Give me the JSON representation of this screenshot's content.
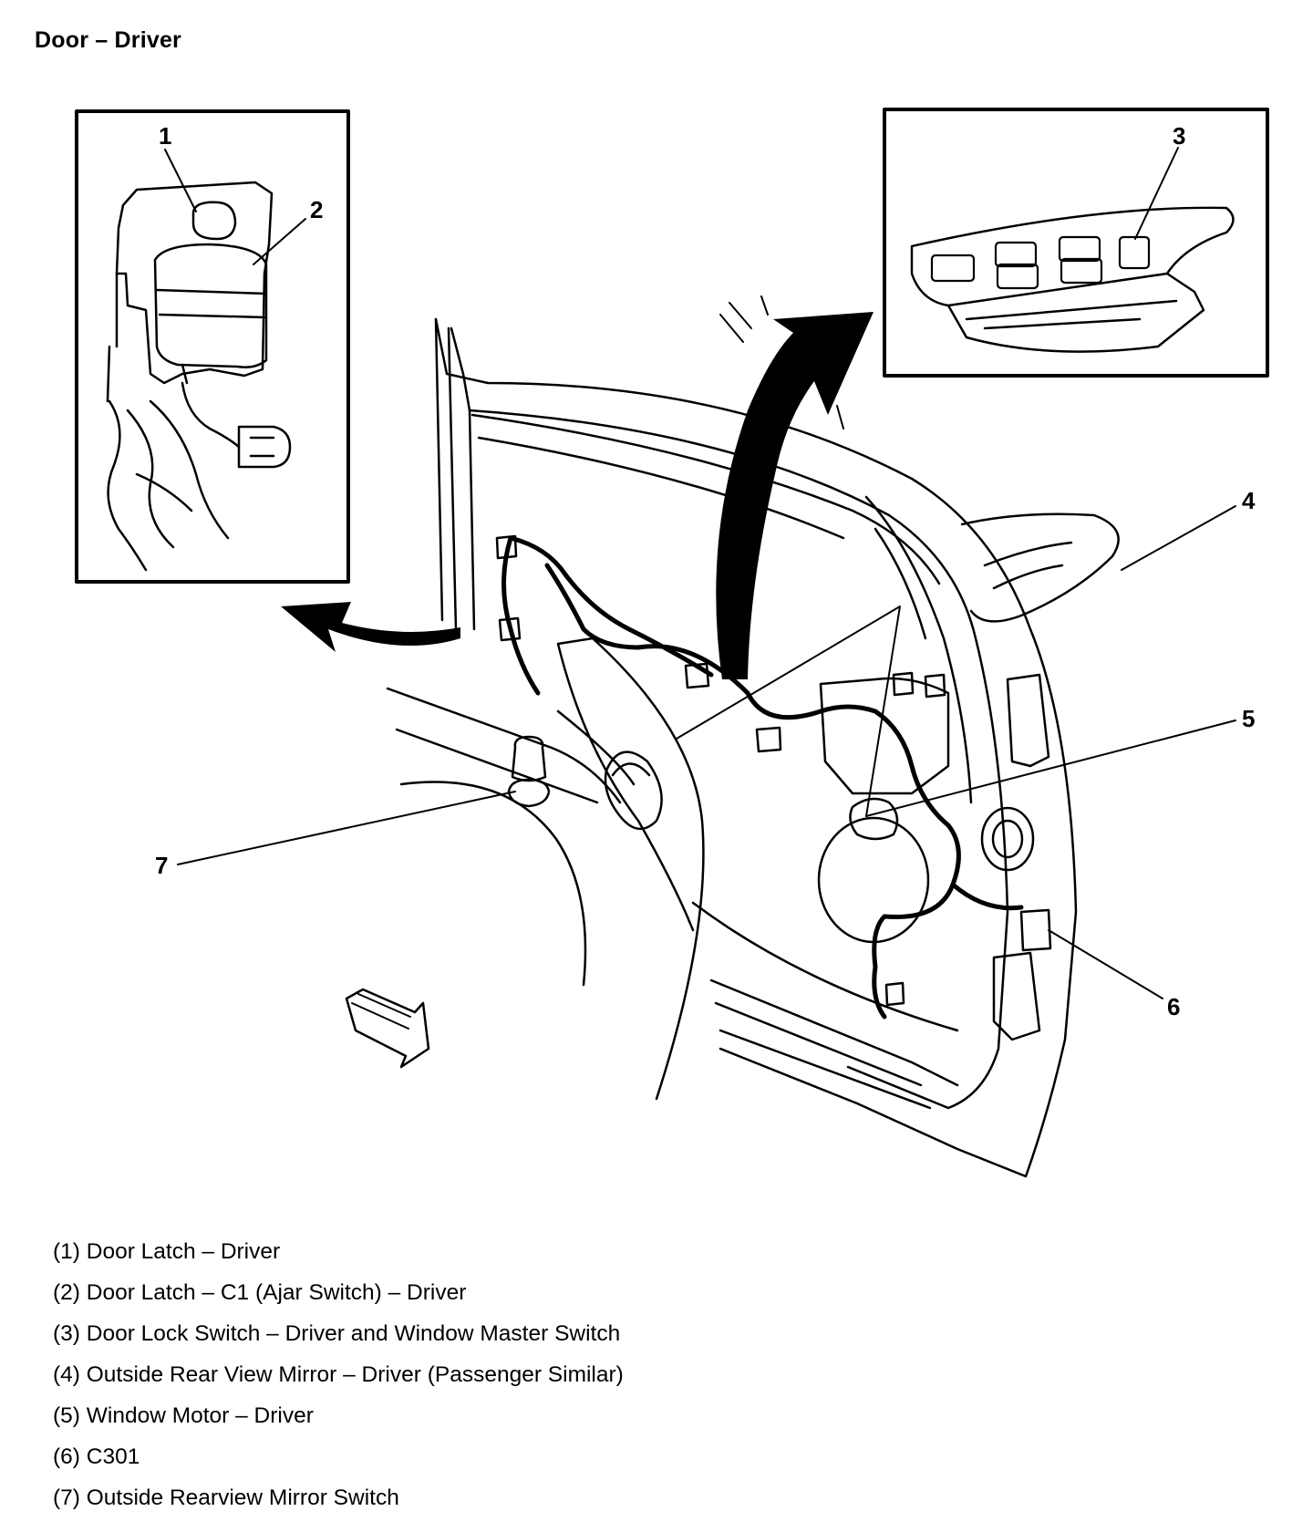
{
  "title": "Door – Driver",
  "callouts": {
    "c1": "1",
    "c2": "2",
    "c3": "3",
    "c4": "4",
    "c5": "5",
    "c6": "6",
    "c7": "7"
  },
  "legend": [
    "(1) Door Latch – Driver",
    "(2) Door Latch – C1 (Ajar Switch) – Driver",
    "(3) Door Lock Switch – Driver and Window Master Switch",
    "(4) Outside Rear View Mirror – Driver (Passenger Similar)",
    "(5) Window Motor – Driver",
    "(6) C301",
    "(7) Outside Rearview Mirror Switch"
  ]
}
